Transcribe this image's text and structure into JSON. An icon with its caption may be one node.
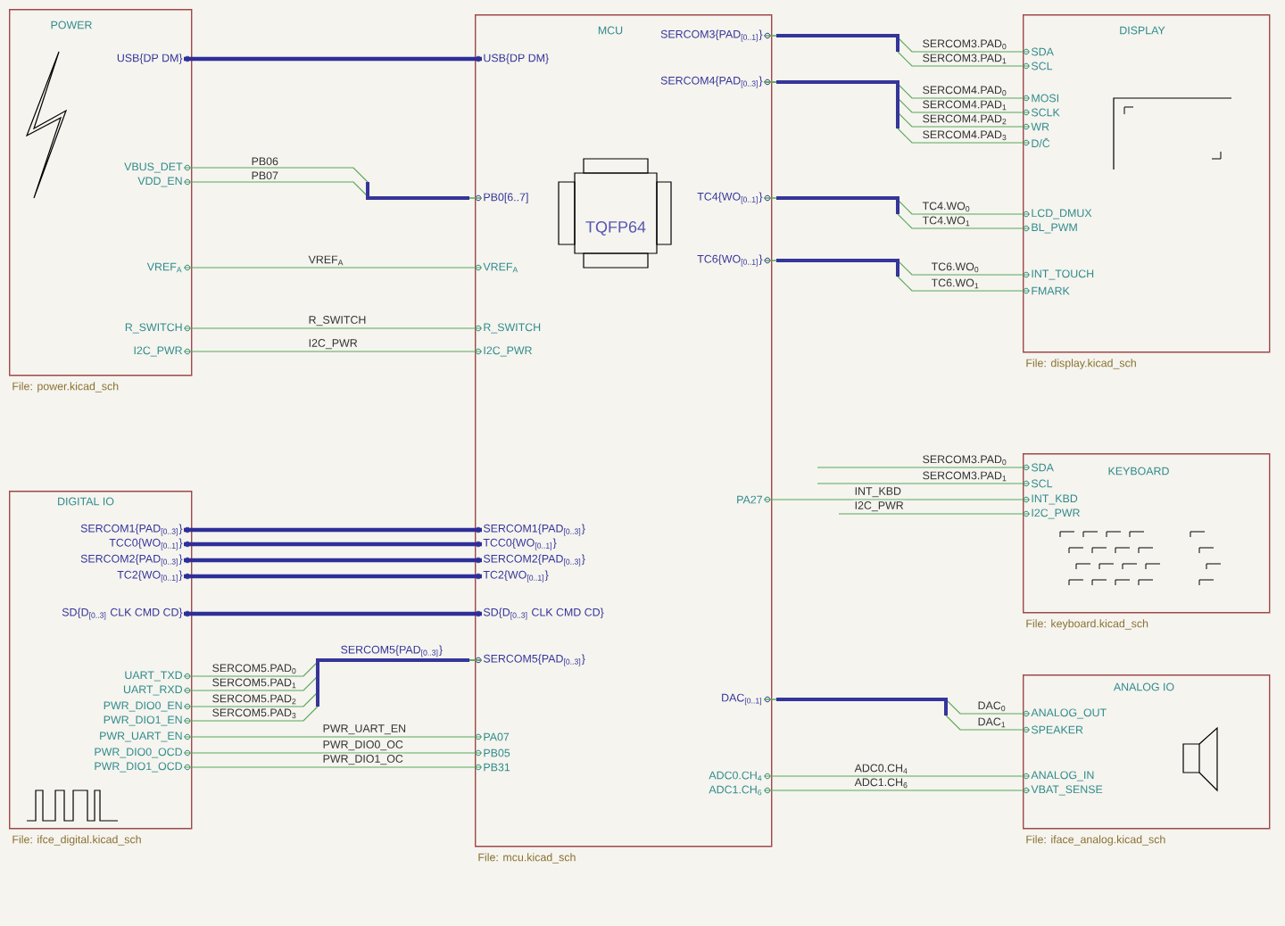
{
  "diagram": {
    "nodes": [
      {
        "text": [
          "POWER"
        ],
        "beside": [
          "File: power.kicad_sch"
        ]
      },
      {
        "text": [
          "USB{DP DM}"
        ],
        "in": 0
      },
      {
        "text": [
          "VBUS_DET"
        ],
        "in": 0
      },
      {
        "text": [
          "VDD_EN"
        ],
        "in": 0
      },
      {
        "text": [
          "VREF$_{A}$"
        ],
        "in": 0
      },
      {
        "text": [
          "R_SWITCH"
        ],
        "in": 0
      },
      {
        "text": [
          "I2C_PWR"
        ],
        "in": 0
      },
      {
        "text": [
          "MCU"
        ],
        "beside": [
          "File: mcu.kicad_sch"
        ]
      },
      {
        "text": [
          "USB{DP DM}"
        ],
        "in": 7
      },
      {
        "text": [
          "PB0[6..7]"
        ],
        "in": 7
      },
      {
        "text": [
          "VREF$_{A}$"
        ],
        "in": 7
      },
      {
        "text": [
          "R_SWITCH"
        ],
        "in": 7
      },
      {
        "text": [
          "I2C_PWR"
        ],
        "in": 7
      },
      {
        "text": [
          "SERCOM3{PAD$_{[0..1]}$}"
        ],
        "in": 7
      },
      {
        "text": [
          "SERCOM4{PAD$_{[0..3]}$}"
        ],
        "in": 7
      },
      {
        "text": [
          "TC4{WO$_{[0..1]}$}"
        ],
        "in": 7
      },
      {
        "text": [
          "TC6{WO$_{[0..1]}$}"
        ],
        "in": 7
      },
      {
        "text": [
          "PA27"
        ],
        "in": 7
      },
      {
        "text": [
          "DAC$_{[0..1]}$"
        ],
        "in": 7
      },
      {
        "text": [
          "ADC0.CH$_{4}$"
        ],
        "in": 7
      },
      {
        "text": [
          "ADC1.CH$_{6}$"
        ],
        "in": 7
      },
      {
        "text": [
          "SERCOM1{PAD$_{[0..3]}$}"
        ],
        "in": 7
      },
      {
        "text": [
          "TCC0{WO$_{[0..1]}$}"
        ],
        "in": 7
      },
      {
        "text": [
          "SERCOM2{PAD$_{[0..3]}$}"
        ],
        "in": 7
      },
      {
        "text": [
          "TC2{WO$_{[0..1]}$}"
        ],
        "in": 7
      },
      {
        "text": [
          "SD{D$_{[0..3]}$ CLK CMD CD}"
        ],
        "in": 7
      },
      {
        "text": [
          "SERCOM5{PAD$_{[0..3]}$}"
        ],
        "in": 7
      },
      {
        "text": [
          "PA07"
        ],
        "in": 7
      },
      {
        "text": [
          "PB05"
        ],
        "in": 7
      },
      {
        "text": [
          "PB31"
        ],
        "in": 7
      },
      {
        "text": [
          "DISPLAY"
        ],
        "beside": [
          "File: display.kicad_sch"
        ]
      },
      {
        "text": [
          "SDA"
        ],
        "in": 30
      },
      {
        "text": [
          "SCL"
        ],
        "in": 30
      },
      {
        "text": [
          "MOSI"
        ],
        "in": 30
      },
      {
        "text": [
          "SCLK"
        ],
        "in": 30
      },
      {
        "text": [
          "WR"
        ],
        "in": 30
      },
      {
        "text": [
          "D/C̄"
        ],
        "in": 30
      },
      {
        "text": [
          "LCD_DMUX"
        ],
        "in": 30
      },
      {
        "text": [
          "BL_PWM"
        ],
        "in": 30
      },
      {
        "text": [
          "INT_TOUCH"
        ],
        "in": 30
      },
      {
        "text": [
          "FMARK"
        ],
        "in": 30
      },
      {
        "text": [
          "KEYBOARD"
        ],
        "beside": [
          "File: keyboard.kicad_sch"
        ]
      },
      {
        "text": [
          "SDA"
        ],
        "in": 41
      },
      {
        "text": [
          "SCL"
        ],
        "in": 41
      },
      {
        "text": [
          "INT_KBD"
        ],
        "in": 41
      },
      {
        "text": [
          "I2C_PWR"
        ],
        "in": 41
      },
      {
        "text": [
          "DIGITAL IO"
        ],
        "beside": [
          "File: ifce_digital.kicad_sch"
        ]
      },
      {
        "text": [
          "SERCOM1{PAD$_{[0..3]}$}"
        ],
        "in": 46
      },
      {
        "text": [
          "TCC0{WO$_{[0..1]}$}"
        ],
        "in": 46
      },
      {
        "text": [
          "SERCOM2{PAD$_{[0..3]}$}"
        ],
        "in": 46
      },
      {
        "text": [
          "TC2{WO$_{[0..1]}$}"
        ],
        "in": 46
      },
      {
        "text": [
          "SD{D$_{[0..3]}$ CLK CMD CD}"
        ],
        "in": 46
      },
      {
        "text": [
          "UART_TXD"
        ],
        "in": 46
      },
      {
        "text": [
          "UART_RXD"
        ],
        "in": 46
      },
      {
        "text": [
          "PWR_DIO0_EN"
        ],
        "in": 46
      },
      {
        "text": [
          "PWR_DIO1_EN"
        ],
        "in": 46
      },
      {
        "text": [
          "PWR_UART_EN"
        ],
        "in": 46
      },
      {
        "text": [
          "PWR_DIO0_OCD"
        ],
        "in": 46
      },
      {
        "text": [
          "PWR_DIO1_OCD"
        ],
        "in": 46
      },
      {
        "text": [
          "ANALOG IO"
        ],
        "beside": [
          "File: iface_analog.kicad_sch"
        ]
      },
      {
        "text": [
          "ANALOG_OUT"
        ],
        "in": 59
      },
      {
        "text": [
          "SPEAKER"
        ],
        "in": 59
      },
      {
        "text": [
          "ANALOG_IN"
        ],
        "in": 59
      },
      {
        "text": [
          "VBAT_SENSE"
        ],
        "in": 59
      }
    ],
    "edges": [
      {
        "from": 1,
        "to": 8,
        "arrow": "none",
        "style": "thick",
        "color": "#2e2e99"
      },
      {
        "from": 2,
        "to": 9,
        "arrow": "none",
        "label": "PB06"
      },
      {
        "from": 3,
        "to": 9,
        "arrow": "none",
        "label": "PB07"
      },
      {
        "from": 4,
        "to": 10,
        "arrow": "none",
        "label": "VREF$_{A}$"
      },
      {
        "from": 5,
        "to": 11,
        "arrow": "none",
        "label": "R_SWITCH"
      },
      {
        "from": 6,
        "to": 12,
        "arrow": "none",
        "label": "I2C_PWR"
      },
      {
        "from": 13,
        "to": 31,
        "arrow": "none",
        "label": "SERCOM3.PAD$_{0}$"
      },
      {
        "from": 13,
        "to": 32,
        "arrow": "none",
        "label": "SERCOM3.PAD$_{1}$"
      },
      {
        "from": 14,
        "to": 33,
        "arrow": "none",
        "label": "SERCOM4.PAD$_{0}$"
      },
      {
        "from": 14,
        "to": 34,
        "arrow": "none",
        "label": "SERCOM4.PAD$_{1}$"
      },
      {
        "from": 14,
        "to": 35,
        "arrow": "none",
        "label": "SERCOM4.PAD$_{2}$"
      },
      {
        "from": 14,
        "to": 36,
        "arrow": "none",
        "label": "SERCOM4.PAD$_{3}$"
      },
      {
        "from": 15,
        "to": 37,
        "arrow": "none",
        "label": "TC4.WO$_{0}$"
      },
      {
        "from": 15,
        "to": 38,
        "arrow": "none",
        "label": "TC4.WO$_{1}$"
      },
      {
        "from": 16,
        "to": 39,
        "arrow": "none",
        "label": "TC6.WO$_{0}$"
      },
      {
        "from": 16,
        "to": 40,
        "arrow": "none",
        "label": "TC6.WO$_{1}$"
      },
      {
        "from": null,
        "to": 42,
        "arrow": "none",
        "label": "SERCOM3.PAD$_{0}$"
      },
      {
        "from": null,
        "to": 43,
        "arrow": "none",
        "label": "SERCOM3.PAD$_{1}$"
      },
      {
        "from": 17,
        "to": 44,
        "arrow": "none",
        "label": "INT_KBD"
      },
      {
        "from": null,
        "to": 45,
        "arrow": "none",
        "label": "I2C_PWR"
      },
      {
        "from": 18,
        "to": 60,
        "arrow": "none",
        "label": "DAC$_{0}$"
      },
      {
        "from": 18,
        "to": 61,
        "arrow": "none",
        "label": "DAC$_{1}$"
      },
      {
        "from": 19,
        "to": 62,
        "arrow": "none",
        "label": "ADC0.CH$_{4}$"
      },
      {
        "from": 20,
        "to": 63,
        "arrow": "none",
        "label": "ADC1.CH$_{6}$"
      },
      {
        "from": 21,
        "to": 47,
        "arrow": "none",
        "style": "thick",
        "color": "#2e2e99"
      },
      {
        "from": 22,
        "to": 48,
        "arrow": "none",
        "style": "thick",
        "color": "#2e2e99"
      },
      {
        "from": 23,
        "to": 49,
        "arrow": "none",
        "style": "thick",
        "color": "#2e2e99"
      },
      {
        "from": 24,
        "to": 50,
        "arrow": "none",
        "style": "thick",
        "color": "#2e2e99"
      },
      {
        "from": 25,
        "to": 51,
        "arrow": "none",
        "style": "thick",
        "color": "#2e2e99"
      },
      {
        "from": 52,
        "to": 26,
        "arrow": "none",
        "label": "SERCOM5.PAD$_{0}$"
      },
      {
        "from": 53,
        "to": 26,
        "arrow": "none",
        "label": "SERCOM5.PAD$_{1}$"
      },
      {
        "from": 54,
        "to": 26,
        "arrow": "none",
        "label": "SERCOM5.PAD$_{2}$"
      },
      {
        "from": 55,
        "to": 26,
        "arrow": "none",
        "label": "SERCOM5.PAD$_{3}$"
      },
      {
        "from": 56,
        "to": 27,
        "arrow": "none",
        "label": "PWR_UART_EN"
      },
      {
        "from": 57,
        "to": 28,
        "arrow": "none",
        "label": "PWR_DIO0_OC"
      },
      {
        "from": 58,
        "to": 29,
        "arrow": "none",
        "label": "PWR_DIO1_OC"
      }
    ],
    "labels": [
      "SERCOM5{PAD$_{[0..3]}$}",
      "TQFP64"
    ]
  }
}
